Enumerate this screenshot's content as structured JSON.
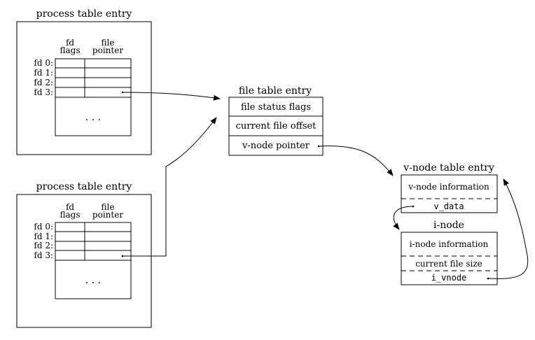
{
  "process_table_1": {
    "title": "process table entry",
    "col_fd_flags_line1": "fd",
    "col_fd_flags_line2": "flags",
    "col_file_pointer_line1": "file",
    "col_file_pointer_line2": "pointer",
    "rows": [
      "fd 0:",
      "fd 1:",
      "fd 2:",
      "fd 3:"
    ],
    "ellipsis": ". . ."
  },
  "process_table_2": {
    "title": "process table entry",
    "col_fd_flags_line1": "fd",
    "col_fd_flags_line2": "flags",
    "col_file_pointer_line1": "file",
    "col_file_pointer_line2": "pointer",
    "rows": [
      "fd 0:",
      "fd 1:",
      "fd 2:",
      "fd 3:"
    ],
    "ellipsis": ". . ."
  },
  "file_table": {
    "title": "file table entry",
    "fields": [
      "file status flags",
      "current file offset",
      "v-node pointer"
    ]
  },
  "vnode_table": {
    "title": "v-node table entry",
    "info": "v-node information",
    "data_field": "v_data"
  },
  "inode": {
    "title": "i-node",
    "info": "i-node information",
    "size": "current file size",
    "vnode_field": "i_vnode"
  },
  "colors": {
    "stroke": "#000000",
    "background": "#ffffff"
  }
}
